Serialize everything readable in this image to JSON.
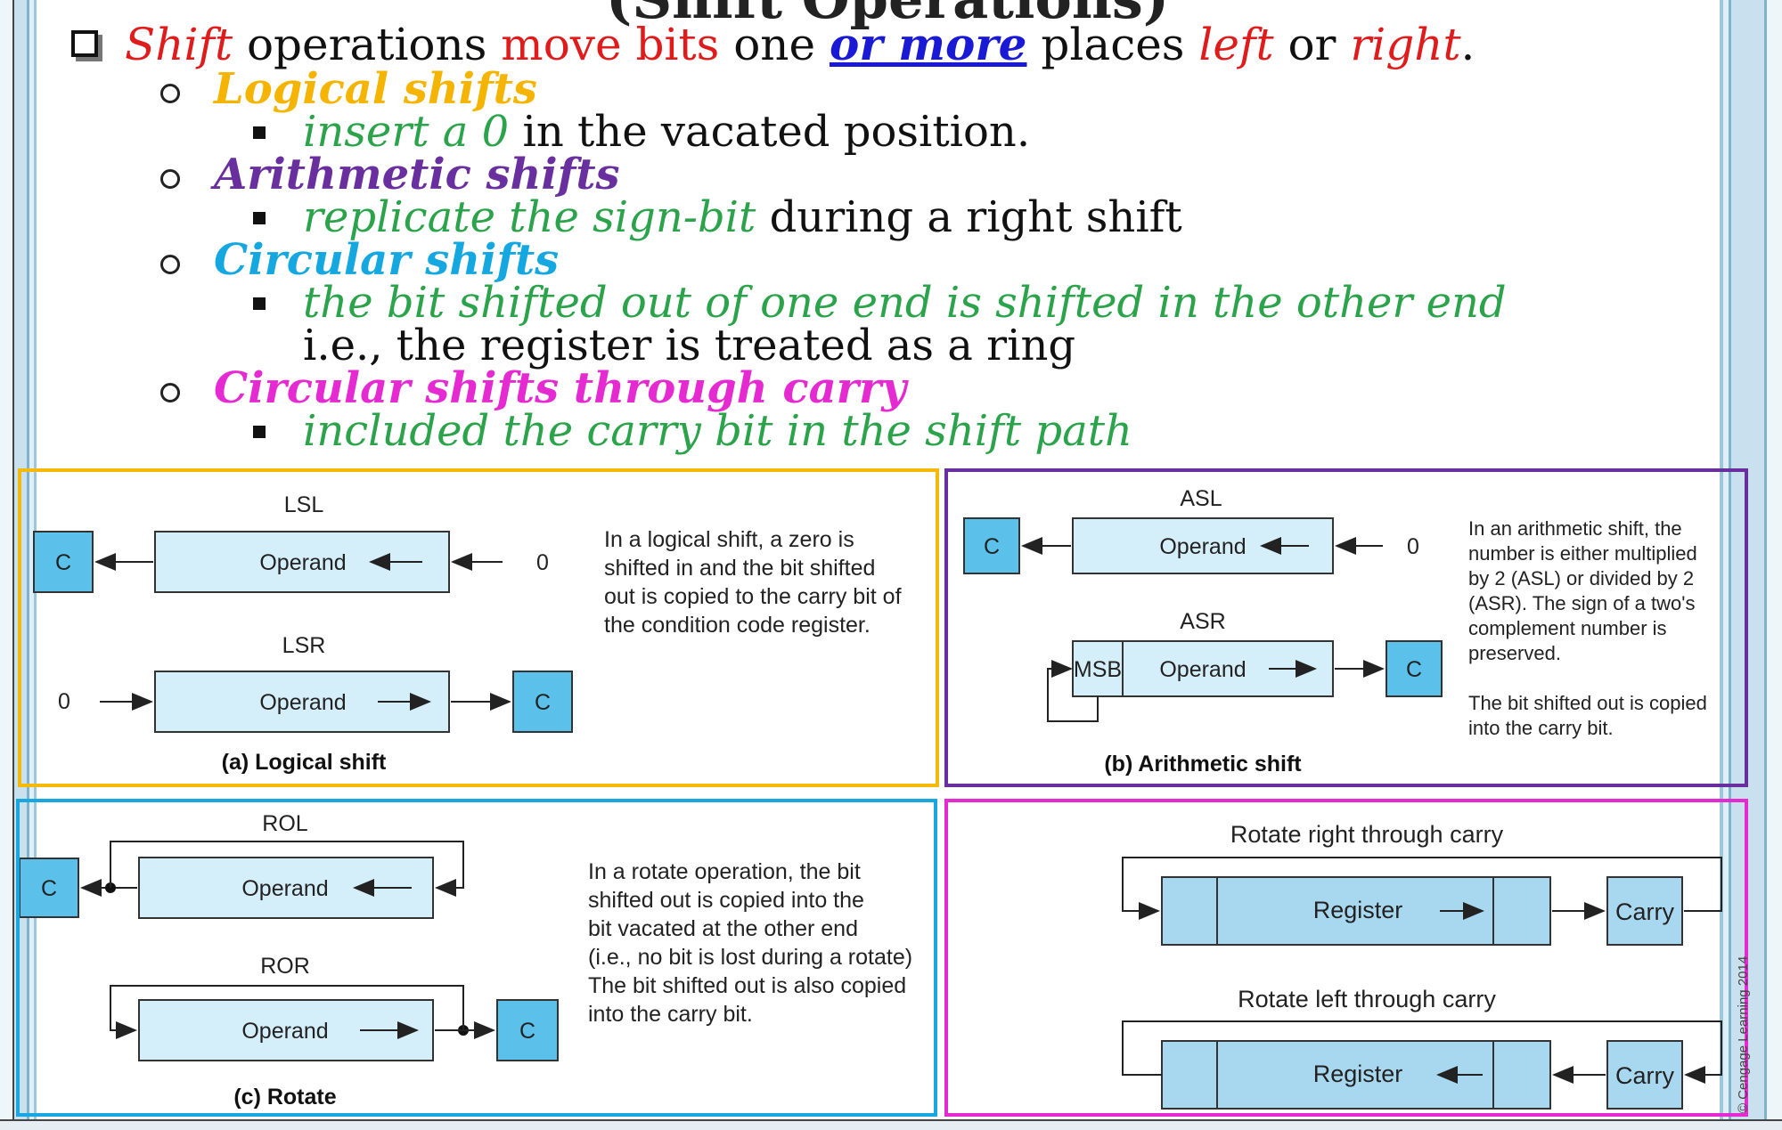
{
  "slide": {
    "title": "(Shift Operations)",
    "line1": {
      "w1": "Shift",
      "w2": " operations ",
      "w3": "move bits",
      "w4": " one ",
      "w5": "or more",
      "w6": " places ",
      "w7": "left",
      "w8": " or ",
      "w9": "right",
      "w10": "."
    },
    "logical": {
      "heading": "Logical shifts",
      "point_a": "insert a 0",
      "point_b": " in the vacated position."
    },
    "arithmetic": {
      "heading": "Arithmetic shifts",
      "point_a": "replicate the sign-bit",
      "point_b": " during a right shift"
    },
    "circular": {
      "heading": "Circular shifts",
      "point_a": "the bit shifted out of one end is shifted in the other end",
      "point_b": "i.e., the register is treated as a ring"
    },
    "carry": {
      "heading": "Circular shifts through carry",
      "point_a": "included the carry bit in the shift path"
    }
  },
  "panels": {
    "logical": {
      "lsl": "LSL",
      "lsr": "LSR",
      "operand": "Operand",
      "carry": "C",
      "zero": "0",
      "caption": "(a) Logical shift",
      "description": "In a logical shift, a zero is\nshifted in and the bit shifted\nout is copied to the carry bit of\nthe condition code register."
    },
    "arithmetic": {
      "asl": "ASL",
      "asr": "ASR",
      "operand": "Operand",
      "msb": "MSB",
      "carry": "C",
      "zero": "0",
      "caption": "(b) Arithmetic shift",
      "description": "In an arithmetic shift, the\nnumber is either multiplied\nby 2 (ASL) or divided by 2\n(ASR). The sign of a two's\ncomplement number is\npreserved.\n\nThe bit shifted out is copied\ninto the carry bit."
    },
    "rotate": {
      "rol": "ROL",
      "ror": "ROR",
      "operand": "Operand",
      "carry": "C",
      "caption": "(c) Rotate",
      "description": "In a rotate operation, the bit\nshifted out is copied into the\nbit vacated at the other end\n(i.e., no bit is lost during a rotate)\nThe bit shifted out is also copied\ninto the carry bit."
    },
    "through_carry": {
      "right_title": "Rotate right through carry",
      "left_title": "Rotate left through carry",
      "register": "Register",
      "carry": "Carry"
    }
  },
  "copyright": "© Cengage Learning 2014",
  "colors": {
    "red": "#e01b1b",
    "link_blue": "#1a1ad6",
    "green": "#2aa34a",
    "orange": "#f5b400",
    "purple": "#6a2f9e",
    "cyan": "#15a8e0",
    "magenta": "#e62ad2",
    "box_dark": "#5bc0ea",
    "box_light": "#d4eefa"
  }
}
